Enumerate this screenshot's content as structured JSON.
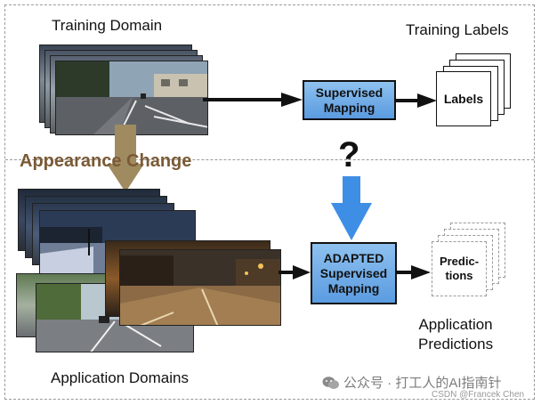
{
  "left": {
    "training_domain": "Training Domain",
    "appearance_change": "Appearance Change",
    "application_domains": "Application Domains"
  },
  "center": {
    "supervised_line1": "Supervised",
    "supervised_line2": "Mapping",
    "question": "?",
    "adapted_line1": "ADAPTED",
    "adapted_line2": "Supervised",
    "adapted_line3": "Mapping"
  },
  "right": {
    "training_labels": "Training Labels",
    "labels": "Labels",
    "predictions_line1": "Predic-",
    "predictions_line2": "tions",
    "app_predictions_line1": "Application",
    "app_predictions_line2": "Predictions"
  },
  "watermark": {
    "text": "公众号 · 打工人的AI指南针",
    "csdn": "CSDN @Francek Chen"
  },
  "colors": {
    "box_blue": "#6aa7e6",
    "arrow_blue": "#3f8ee6",
    "arrow_brown": "#a08a60",
    "appearance_text": "#7a5a35"
  }
}
